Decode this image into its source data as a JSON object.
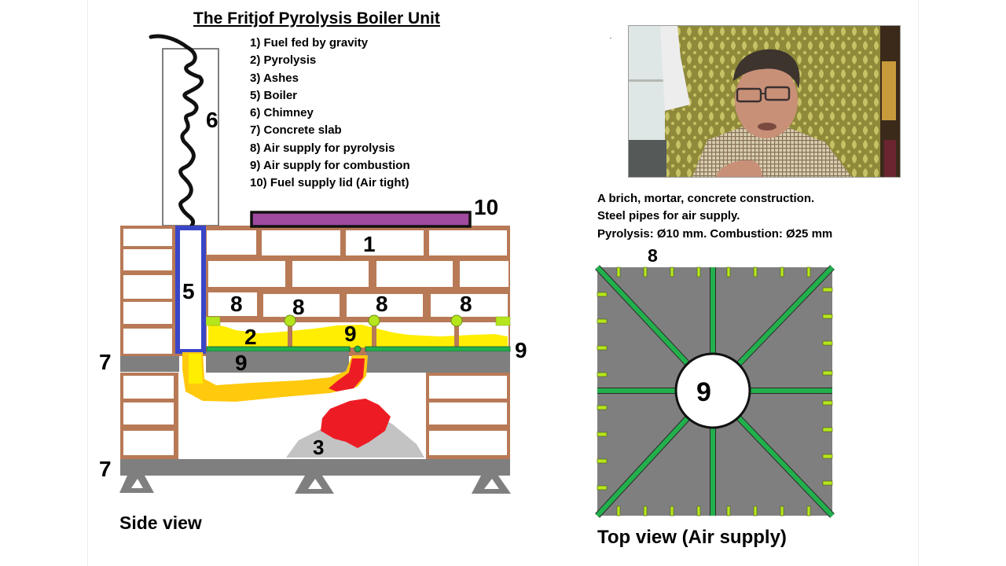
{
  "title": "The Fritjof Pyrolysis Boiler Unit",
  "legend": [
    "1) Fuel fed by gravity",
    "2) Pyrolysis",
    "3) Ashes",
    "5) Boiler",
    "6) Chimney",
    "7) Concrete slab",
    "8) Air supply for pyrolysis",
    "9) Air supply for combustion",
    "10) Fuel supply lid (Air tight)"
  ],
  "notes": [
    "A brich, mortar, concrete construction.",
    "Steel pipes for air supply.",
    "Pyrolysis: Ø10 mm. Combustion: Ø25 mm"
  ],
  "side_view": {
    "caption": "Side view",
    "labels": {
      "fuel": "1",
      "pyrolysis": "2",
      "ashes": "3",
      "boiler": "5",
      "chimney": "6",
      "slab_upper": "7",
      "slab_lower": "7",
      "air_pyro_1": "8",
      "air_pyro_2": "8",
      "air_pyro_3": "8",
      "air_pyro_4": "8",
      "air_comb_center": "9",
      "air_comb_slab": "9",
      "air_comb_right": "9",
      "lid": "10"
    }
  },
  "top_view": {
    "caption": "Top view (Air supply)",
    "label_pyrolysis": "8",
    "label_combustion": "9"
  },
  "video": {
    "description": "presenter webcam inset"
  },
  "colors": {
    "brick_mortar": "#b87a56",
    "boiler_outline": "#3a46c8",
    "lid_fill": "#a04aa0",
    "concrete": "#7f7f7f",
    "pipe_green": "#22b04c",
    "nozzle_lime": "#b5e61d",
    "flame_yellow": "#ffee00",
    "flame_orange": "#ffc90e",
    "fire_red": "#ed1c24",
    "ash_grey": "#c3c3c3"
  }
}
